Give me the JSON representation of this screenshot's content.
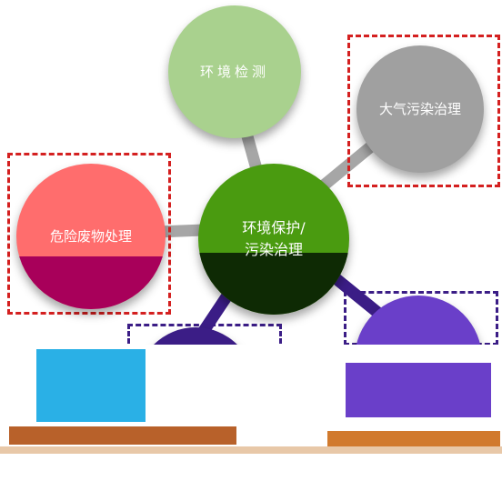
{
  "center": {
    "label": "环境保护/\n污染治理",
    "color": "#4a9b10"
  },
  "nodes": [
    {
      "id": "monitoring",
      "label": "环境检测",
      "color": "#a9d18e"
    },
    {
      "id": "air",
      "label": "大气污染治理",
      "color": "#a0a0a0"
    },
    {
      "id": "waste",
      "label": "危险废物处理",
      "color": "#ff6d6d"
    },
    {
      "id": "bottom-left",
      "label": "",
      "color": "#3b1d86"
    },
    {
      "id": "bottom-right",
      "label": "",
      "color": "#6a3fc9"
    }
  ],
  "colors": {
    "spoke": "#a6a6a6",
    "highlight_box": "#d42020",
    "dark_overlay": "#a8005a"
  }
}
